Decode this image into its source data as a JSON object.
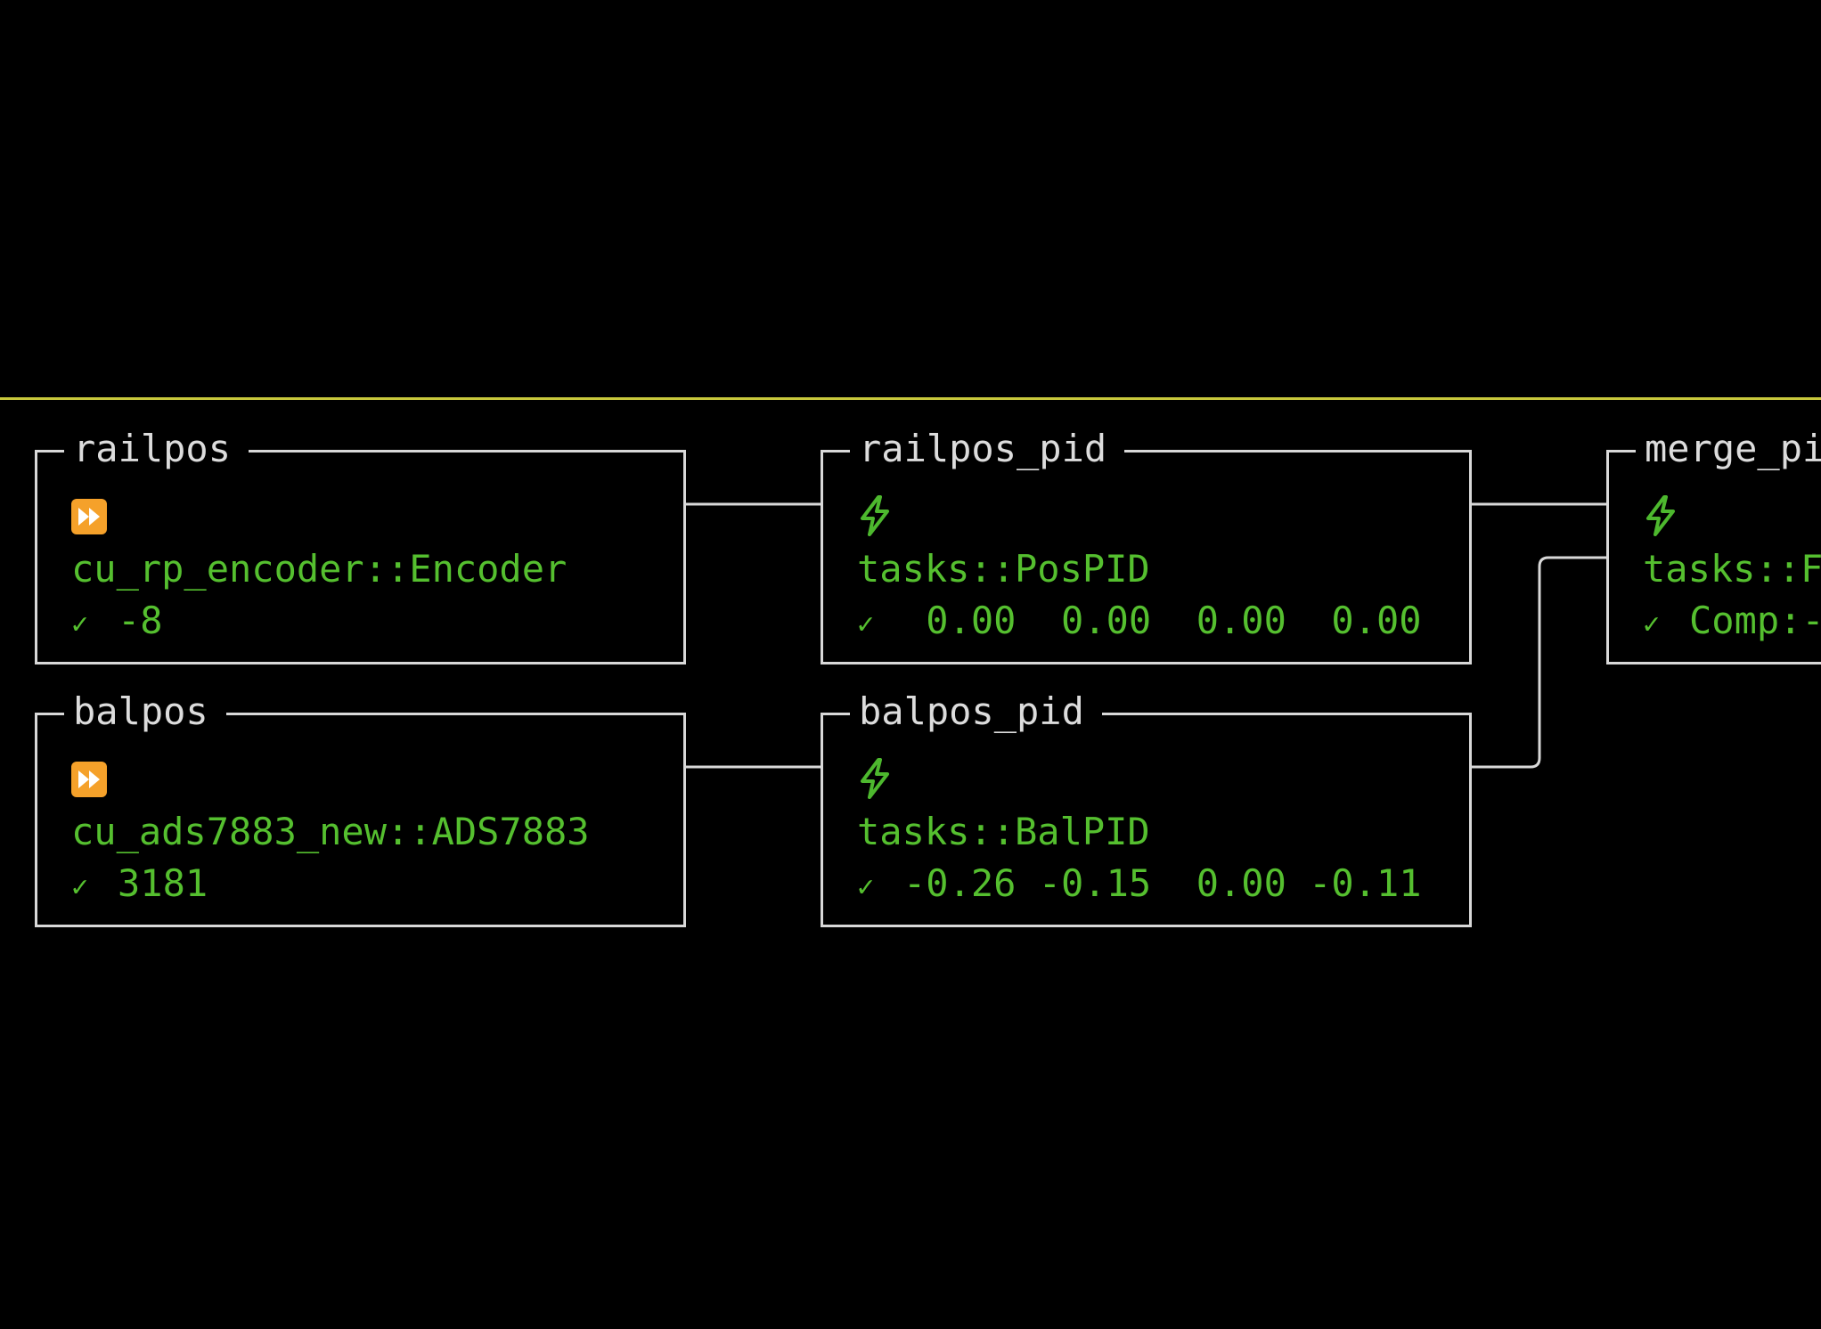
{
  "nodes": {
    "railpos": {
      "title": "railpos",
      "icon": "fast-forward-icon",
      "type": "cu_rp_encoder::Encoder",
      "status_value": "-8"
    },
    "railpos_pid": {
      "title": "railpos_pid",
      "icon": "lightning-bolt-icon",
      "type": "tasks::PosPID",
      "status_value": " 0.00  0.00  0.00  0.00"
    },
    "merge_pid": {
      "title": "merge_pi",
      "icon": "lightning-bolt-icon",
      "type": "tasks::F",
      "status_value": "Comp:-"
    },
    "balpos": {
      "title": "balpos",
      "icon": "fast-forward-icon",
      "type": "cu_ads7883_new::ADS7883",
      "status_value": "3181"
    },
    "balpos_pid": {
      "title": "balpos_pid",
      "icon": "lightning-bolt-icon",
      "type": "tasks::BalPID",
      "status_value": "-0.26 -0.15  0.00 -0.11"
    }
  },
  "status_icon": "check-icon",
  "status_check": "✓",
  "colors": {
    "background": "#000000",
    "divider": "#c8c83c",
    "border": "#d8d8d8",
    "title": "#dcdcdc",
    "accent_green": "#55bf2f",
    "ff_orange": "#f5a12a"
  }
}
